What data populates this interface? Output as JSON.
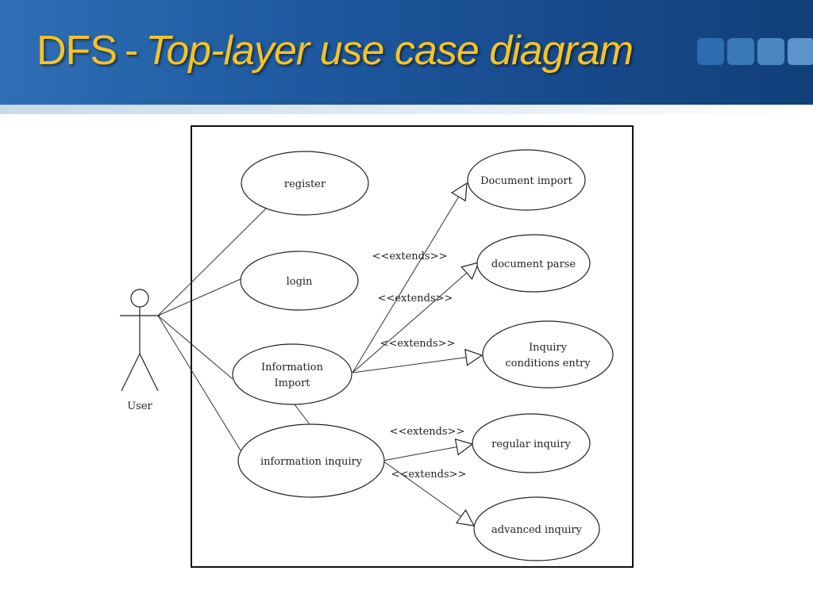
{
  "slide": {
    "title_main": "DFS",
    "title_sep": "-",
    "title_sub": "Top-layer use case diagram",
    "title_color": "#f5c324",
    "decor_square_colors": [
      "#2d6db0",
      "#3a78b8",
      "#4a86c2",
      "#5b93ca"
    ]
  },
  "diagram": {
    "actor": {
      "id": "user",
      "label": "User"
    },
    "use_cases": [
      {
        "id": "register",
        "lines": [
          "register"
        ]
      },
      {
        "id": "login",
        "lines": [
          "login"
        ]
      },
      {
        "id": "info-import",
        "lines": [
          "Information",
          "Import"
        ]
      },
      {
        "id": "info-inquiry",
        "lines": [
          "information inquiry"
        ]
      },
      {
        "id": "doc-import",
        "lines": [
          "Document import"
        ]
      },
      {
        "id": "doc-parse",
        "lines": [
          "document parse"
        ]
      },
      {
        "id": "inquiry-cond",
        "lines": [
          "Inquiry",
          "conditions entry"
        ]
      },
      {
        "id": "regular-inquiry",
        "lines": [
          "regular inquiry"
        ]
      },
      {
        "id": "advanced-inquiry",
        "lines": [
          "advanced inquiry"
        ]
      }
    ],
    "associations": [
      {
        "from": "user",
        "to": "register"
      },
      {
        "from": "user",
        "to": "login"
      },
      {
        "from": "user",
        "to": "info-import"
      },
      {
        "from": "user",
        "to": "info-inquiry"
      },
      {
        "from": "info-import",
        "to": "info-inquiry"
      }
    ],
    "extends": [
      {
        "from": "info-import",
        "to": "doc-import",
        "label": "<<extends>>"
      },
      {
        "from": "info-import",
        "to": "doc-parse",
        "label": "<<extends>>"
      },
      {
        "from": "info-import",
        "to": "inquiry-cond",
        "label": "<<extends>>"
      },
      {
        "from": "info-inquiry",
        "to": "regular-inquiry",
        "label": "<<extends>>"
      },
      {
        "from": "info-inquiry",
        "to": "advanced-inquiry",
        "label": "<<extends>>"
      }
    ]
  }
}
